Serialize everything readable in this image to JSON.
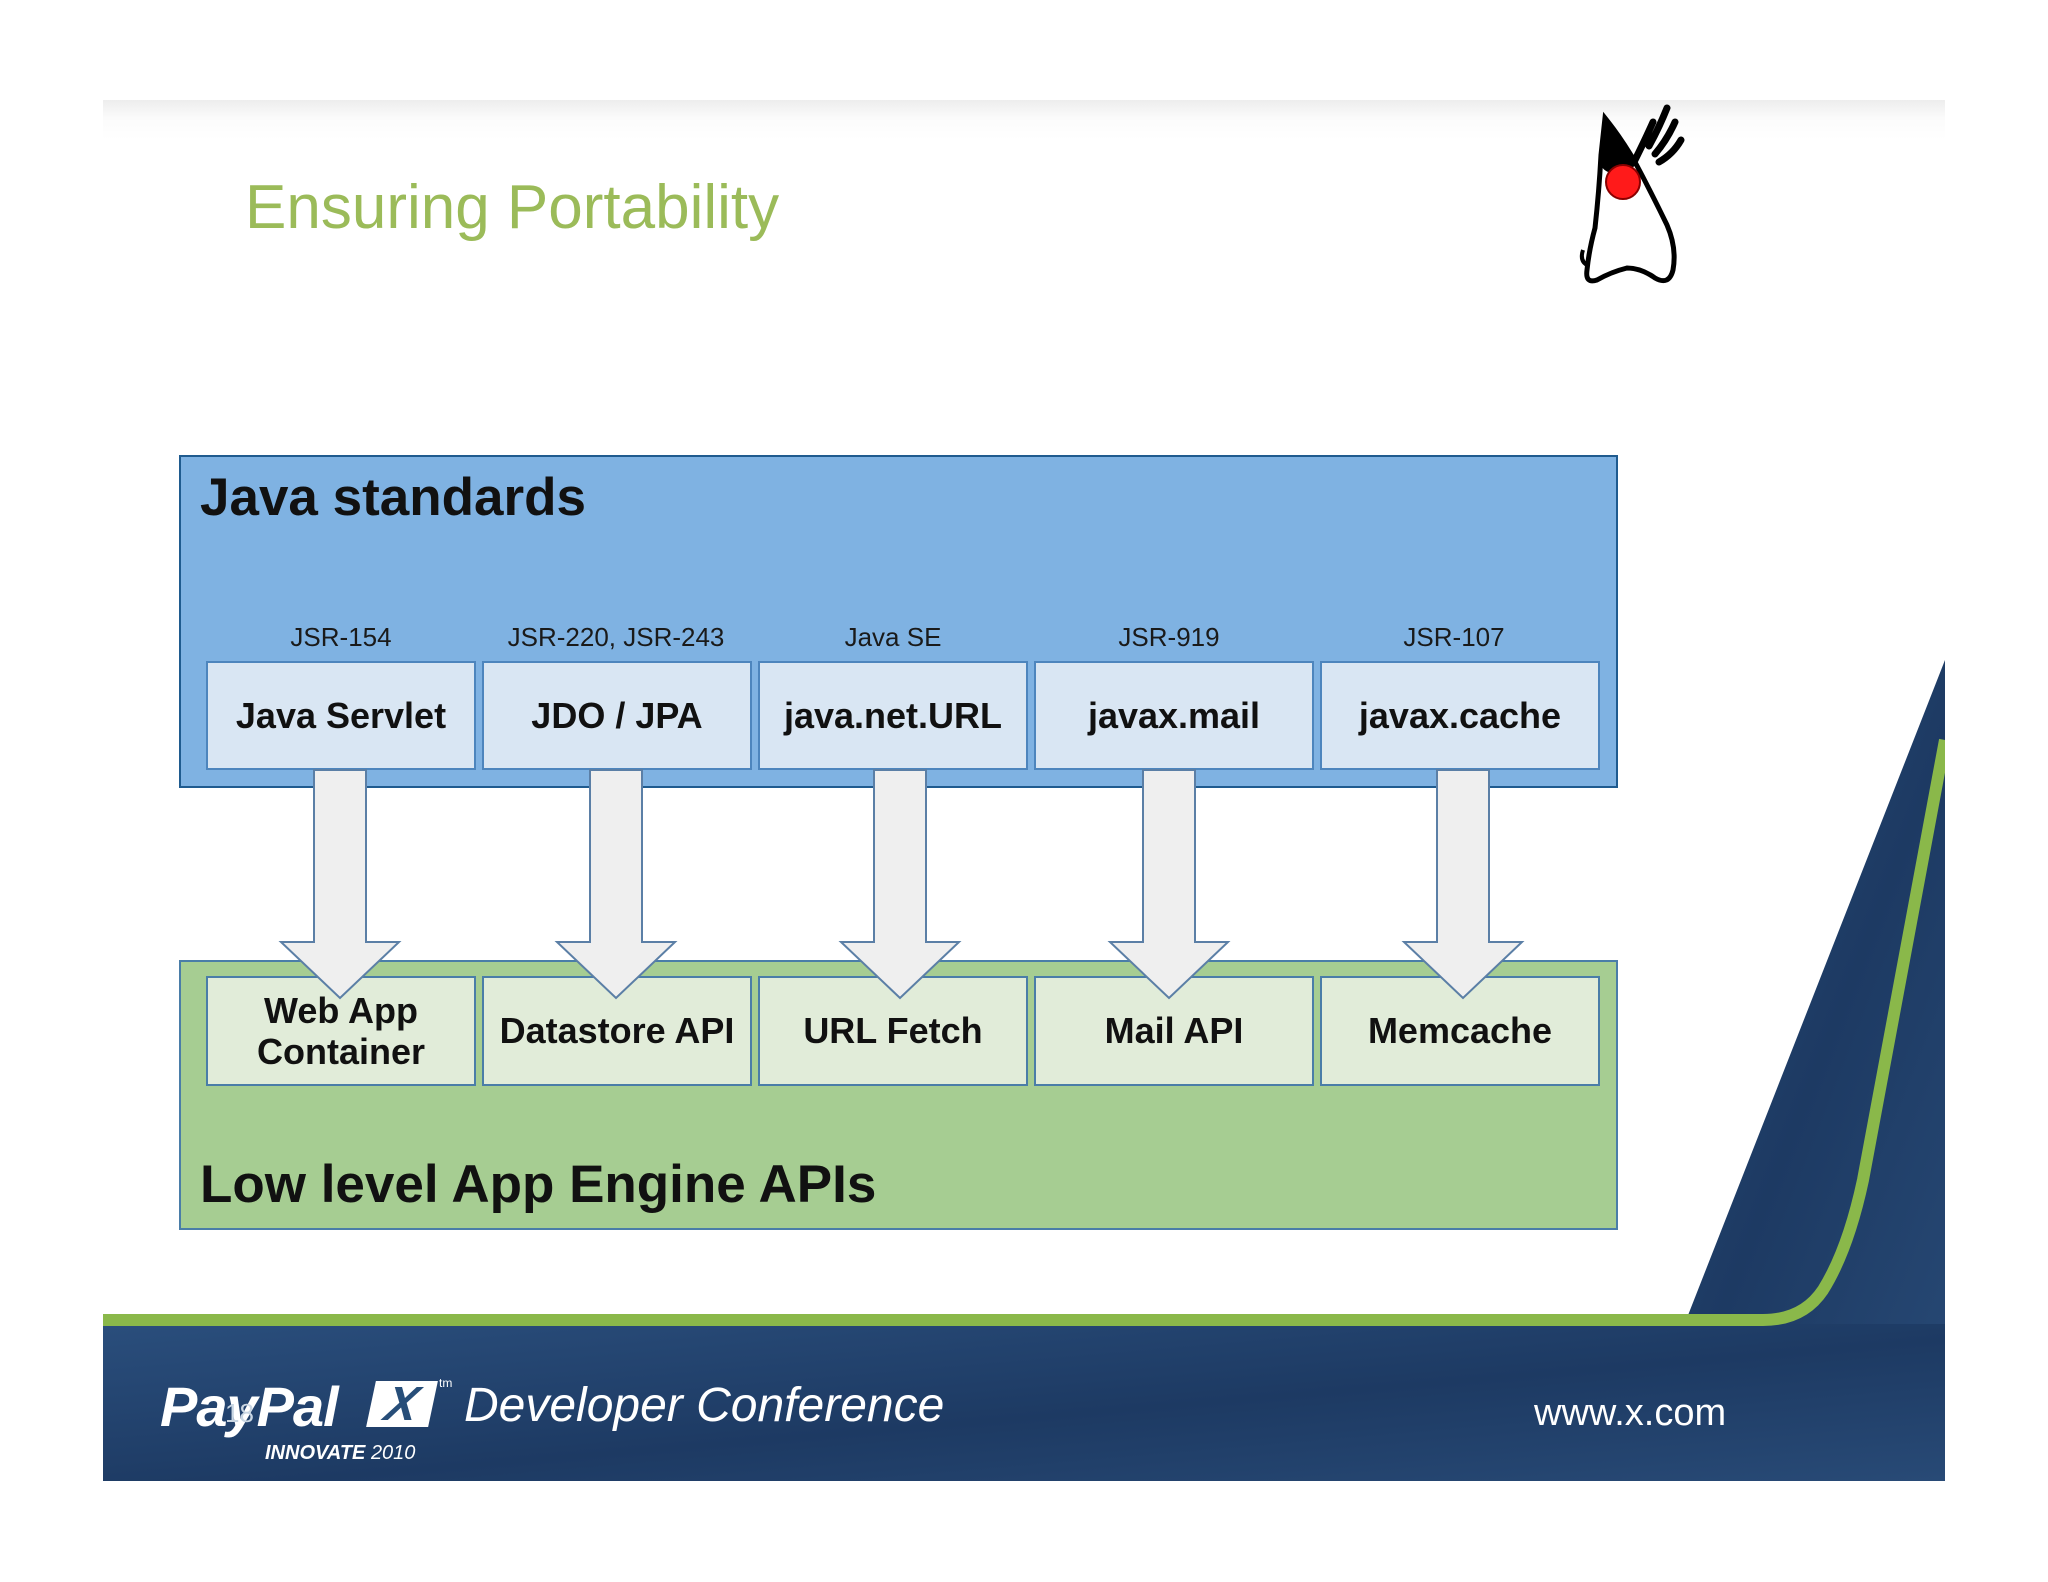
{
  "slide": {
    "title": "Ensuring Portability",
    "page_number": "18"
  },
  "diagram": {
    "top_panel_label": "Java standards",
    "bottom_panel_label": "Low level App Engine APIs",
    "columns": [
      {
        "spec": "JSR-154",
        "standard": "Java Servlet",
        "engine_api": "Web App Container"
      },
      {
        "spec": "JSR-220, JSR-243",
        "standard": "JDO / JPA",
        "engine_api": "Datastore API"
      },
      {
        "spec": "Java SE",
        "standard": "java.net.URL",
        "engine_api": "URL Fetch"
      },
      {
        "spec": "JSR-919",
        "standard": "javax.mail",
        "engine_api": "Mail API"
      },
      {
        "spec": "JSR-107",
        "standard": "javax.cache",
        "engine_api": "Memcache"
      }
    ],
    "colors": {
      "title": "#9bbb59",
      "top_panel": "#7fb2e2",
      "bottom_panel": "#a6cd92",
      "arrow": "#efefef"
    }
  },
  "footer": {
    "brand": "PayPal",
    "brand_mark": "X",
    "trademark": "tm",
    "event_name": "INNOVATE",
    "event_year": "2010",
    "conference": "Developer Conference",
    "website": "www.x.com"
  },
  "icons": [
    "duke-mascot-icon"
  ]
}
